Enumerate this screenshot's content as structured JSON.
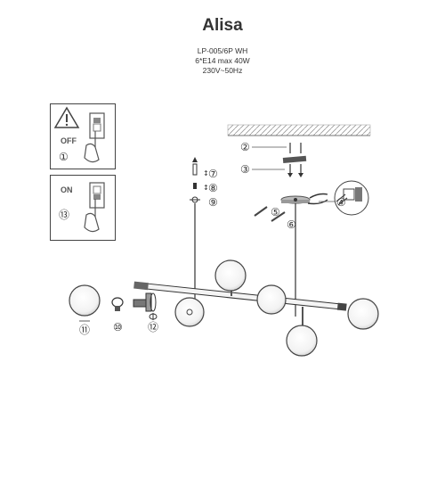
{
  "header": {
    "title": "Alisa",
    "model": "LP-005/6P WH",
    "bulbs": "6*E14 max 40W",
    "voltage": "230V~50Hz"
  },
  "safety_steps": {
    "off_label": "OFF",
    "on_label": "ON",
    "off_step": "①",
    "on_step": "⑬"
  },
  "parts": {
    "p2": "②",
    "p3": "③",
    "p4": "④",
    "p5": "⑤",
    "p6": "⑥",
    "p7": "⑦",
    "p8": "⑧",
    "p9": "⑨",
    "p10": "⑩",
    "p11": "⑪",
    "p12": "⑫",
    "rotate_sign": "↕"
  }
}
